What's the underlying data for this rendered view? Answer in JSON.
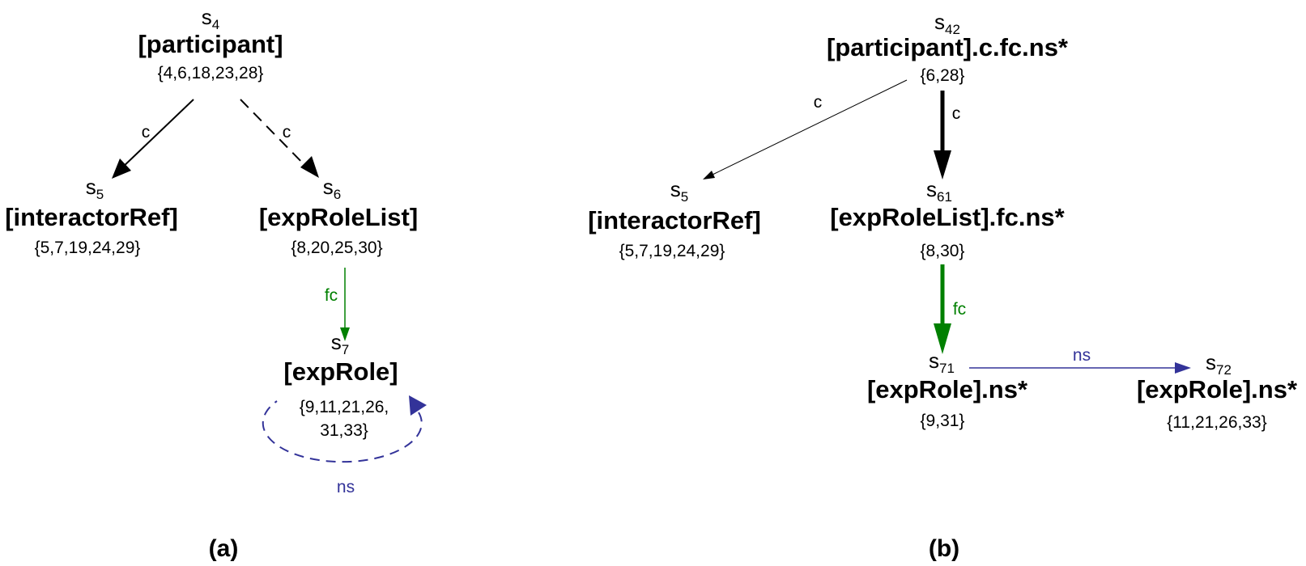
{
  "colors": {
    "black": "#000000",
    "green": "#008000",
    "navy": "#333399"
  },
  "panels": [
    {
      "caption": "(a)",
      "nodes": {
        "s4": {
          "state_base": "s",
          "state_sub": "4",
          "label": "[participant]",
          "set_lines": [
            "{4,6,18,23,28}"
          ]
        },
        "s5": {
          "state_base": "s",
          "state_sub": "5",
          "label": "[interactorRef]",
          "set_lines": [
            "{5,7,19,24,29}"
          ]
        },
        "s6": {
          "state_base": "s",
          "state_sub": "6",
          "label": "[expRoleList]",
          "set_lines": [
            "{8,20,25,30}"
          ]
        },
        "s7": {
          "state_base": "s",
          "state_sub": "7",
          "label": "[expRole]",
          "set_lines": [
            "{9,11,21,26,",
            "31,33}"
          ]
        }
      },
      "edges": {
        "s4_s5": {
          "label": "c",
          "color": "#000000",
          "style": "solid"
        },
        "s4_s6": {
          "label": "c",
          "color": "#000000",
          "style": "dashed"
        },
        "s6_s7": {
          "label": "fc",
          "color": "#008000",
          "style": "solid"
        },
        "s7_s7": {
          "label": "ns",
          "color": "#333399",
          "style": "dashed"
        }
      }
    },
    {
      "caption": "(b)",
      "nodes": {
        "s42": {
          "state_base": "s",
          "state_sub": "42",
          "label": "[participant].c.fc.ns*",
          "set_lines": [
            "{6,28}"
          ]
        },
        "s5": {
          "state_base": "s",
          "state_sub": "5",
          "label": "[interactorRef]",
          "set_lines": [
            "{5,7,19,24,29}"
          ]
        },
        "s61": {
          "state_base": "s",
          "state_sub": "61",
          "label": "[expRoleList].fc.ns*",
          "set_lines": [
            "{8,30}"
          ]
        },
        "s71": {
          "state_base": "s",
          "state_sub": "71",
          "label": "[expRole].ns*",
          "set_lines": [
            "{9,31}"
          ]
        },
        "s72": {
          "state_base": "s",
          "state_sub": "72",
          "label": "[expRole].ns*",
          "set_lines": [
            "{11,21,26,33}"
          ]
        }
      },
      "edges": {
        "s42_s5": {
          "label": "c",
          "color": "#000000",
          "style": "solid-thin"
        },
        "s42_s61": {
          "label": "c",
          "color": "#000000",
          "style": "solid-thick"
        },
        "s61_s71": {
          "label": "fc",
          "color": "#008000",
          "style": "solid-thick"
        },
        "s71_s72": {
          "label": "ns",
          "color": "#333399",
          "style": "solid"
        }
      }
    }
  ]
}
